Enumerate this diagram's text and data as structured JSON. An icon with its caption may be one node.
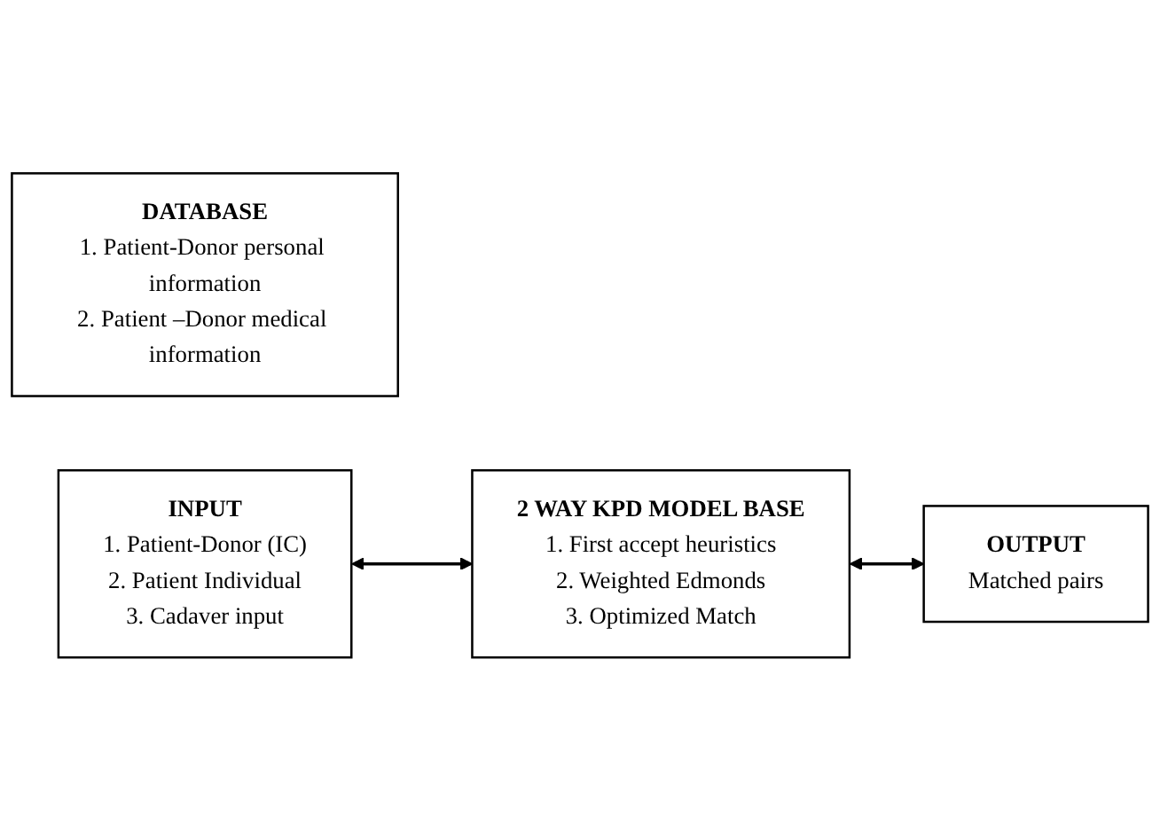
{
  "diagram": {
    "nodes": [
      {
        "text": [
          "DATABASE",
          "1. Patient-Donor personal information",
          "2. Patient –Donor medical information"
        ]
      },
      {
        "text": [
          "INPUT",
          "1. Patient-Donor (IC)",
          "2. Patient Individual",
          "3. Cadaver input"
        ]
      },
      {
        "text": [
          "2 WAY KPD MODEL BASE",
          "1. First accept heuristics",
          "2. Weighted Edmonds",
          "3. Optimized Match"
        ]
      },
      {
        "text": [
          "OUTPUT",
          "Matched pairs"
        ]
      }
    ],
    "edges": [
      {
        "from": 1,
        "to": 2,
        "arrow": "both"
      },
      {
        "from": 2,
        "to": 3,
        "arrow": "both"
      }
    ]
  }
}
